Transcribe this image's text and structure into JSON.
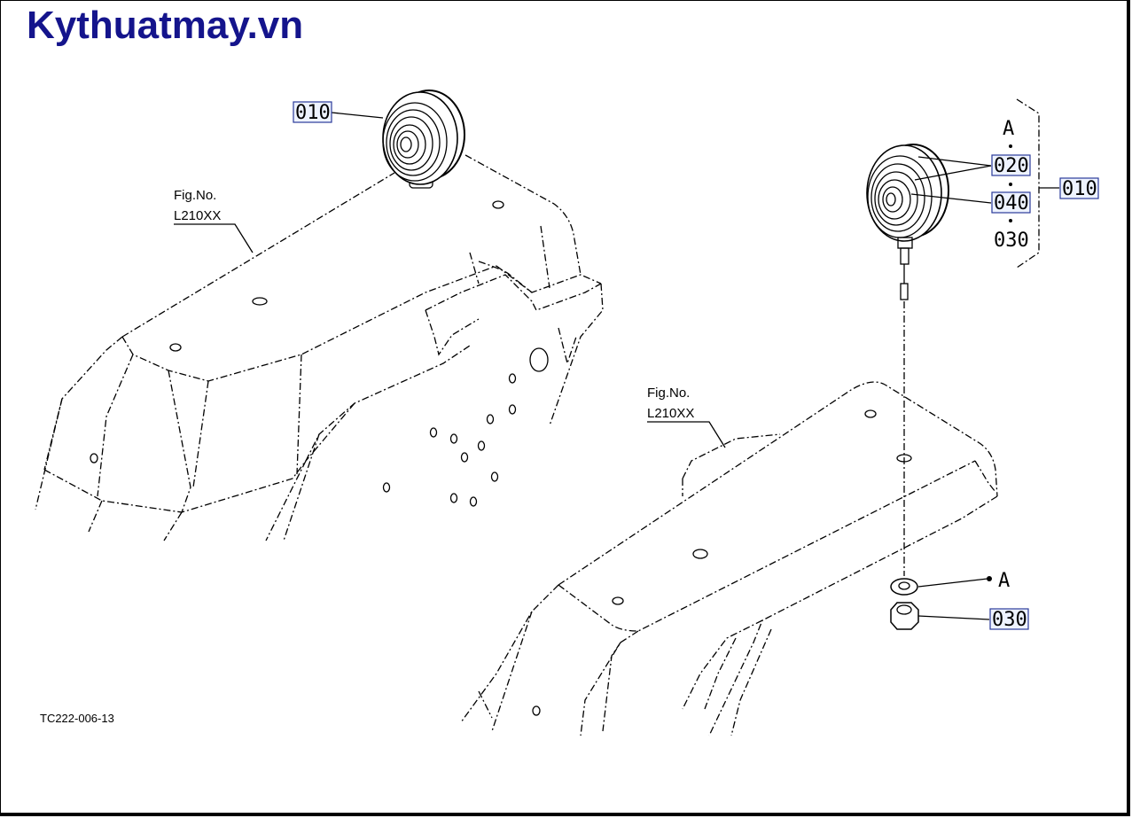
{
  "brand": {
    "text": "Kythuatmay.vn",
    "color": "#14148c"
  },
  "drawing_code": "TC222-006-13",
  "left_assembly": {
    "part_label": "010",
    "fig_ref_line1": "Fig.No.",
    "fig_ref_line2": "L210XX"
  },
  "right_assembly": {
    "fig_ref_line1": "Fig.No.",
    "fig_ref_line2": "L210XX",
    "group_label": "010",
    "sub_labels": {
      "a_top": "A",
      "p020": "020",
      "p040": "040",
      "p030_top": "030",
      "a_bottom": "A",
      "p030_bottom": "030"
    }
  }
}
